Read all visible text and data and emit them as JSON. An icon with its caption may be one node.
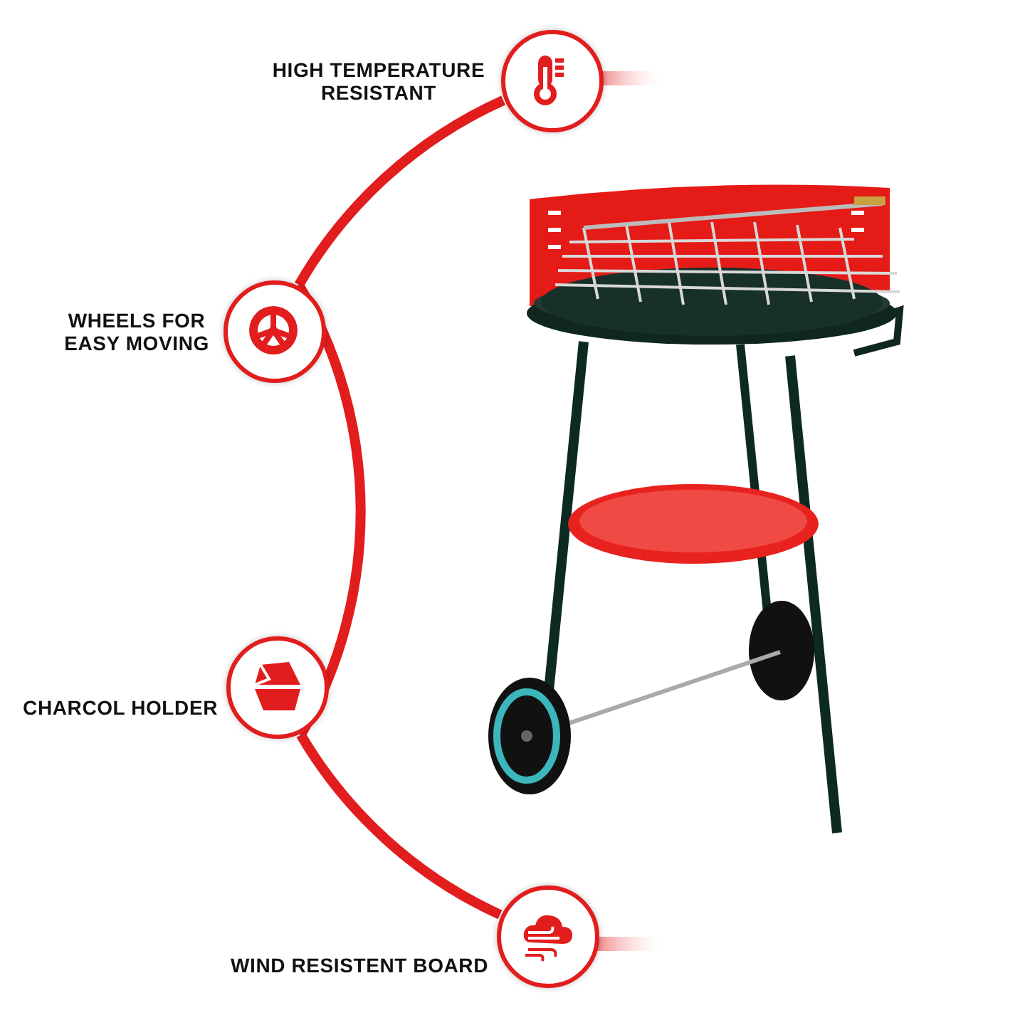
{
  "diagram": {
    "nodes": [
      {
        "text": [
          "HIGH TEMPERATURE RESISTANT"
        ]
      },
      {
        "text": [
          "WHEELS FOR EASY MOVING"
        ]
      },
      {
        "text": [
          "CHARCOL HOLDER"
        ]
      },
      {
        "text": [
          "WIND RESISTENT BOARD"
        ]
      }
    ],
    "edges": [
      {
        "from": 0,
        "to": 1,
        "arrow": "none"
      },
      {
        "from": 1,
        "to": 2,
        "arrow": "none"
      },
      {
        "from": 2,
        "to": 3,
        "arrow": "none"
      }
    ]
  }
}
